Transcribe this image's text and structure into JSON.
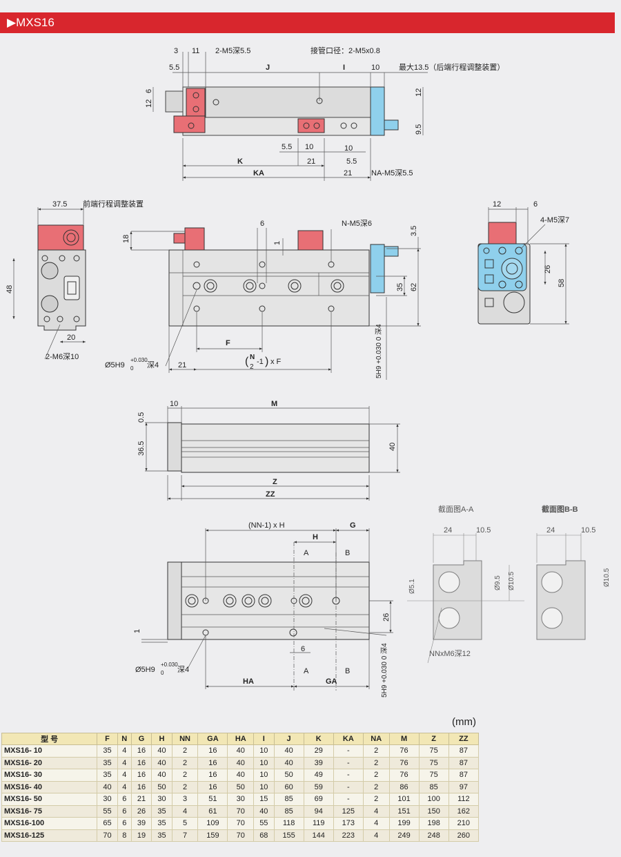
{
  "header": {
    "title": "▶MXS16"
  },
  "top_view": {
    "labels": {
      "d3": "3",
      "d11": "11",
      "tap_top": "2-M5深5.5",
      "port": "接管口径：2-M5x0.8",
      "d5_5a": "5.5",
      "J": "J",
      "I": "I",
      "d10a": "10",
      "max_adj": "最大13.5（后端行程调整装置）",
      "d12_6a": "12",
      "d12_6b": "6",
      "d12r": "12",
      "d9_5": "9.5",
      "d5_5b": "5.5",
      "d10b": "10",
      "d10c": "10",
      "K": "K",
      "d21a": "21",
      "d5_5c": "5.5",
      "KA": "KA",
      "d21b": "21",
      "na_tap": "NA-M5深5.5"
    }
  },
  "front_view": {
    "labels": {
      "d37_5": "37.5",
      "front_adj": "前端行程调整装置",
      "d18": "18",
      "d48": "48",
      "d20": "20",
      "m6": "2-M6深10",
      "d6": "6",
      "n_tap": "N-M5深6",
      "d1": "1",
      "d3_5": "3.5",
      "d35": "35",
      "d62": "62",
      "F": "F",
      "hole": "Ø5H9",
      "hole_tol": "+0.030",
      "hole_tol0": "0",
      "hole_depth": "深4",
      "d21": "21",
      "nf_a": "N",
      "nf_b": "2",
      "nf_c": "-1",
      "nf_d": "x F",
      "side_hole": "5H9 +0.030 0 深4"
    }
  },
  "end_view": {
    "labels": {
      "d12": "12",
      "d6": "6",
      "m5": "4-M5深7",
      "d26": "26",
      "d58": "58"
    }
  },
  "side_view": {
    "labels": {
      "d10": "10",
      "M": "M",
      "d0_5": "0.5",
      "d36_5": "36.5",
      "d40": "40",
      "Z": "Z",
      "ZZ": "ZZ"
    }
  },
  "bottom_view": {
    "labels": {
      "nnh": "(NN-1) x H",
      "G": "G",
      "H": "H",
      "A1": "A",
      "B1": "B",
      "d26": "26",
      "d1": "1",
      "hole": "Ø5H9",
      "hole_tol": "+0.030",
      "hole_tol0": "0",
      "hole_depth": "深4",
      "d6": "6",
      "A2": "A",
      "B2": "B",
      "HA": "HA",
      "GA": "GA",
      "side_hole": "5H9 +0.030 0 深4"
    }
  },
  "section_views": {
    "aa_title": "截面图A-A",
    "bb_title": "截面图B-B",
    "aa": {
      "d24": "24",
      "d10_5": "10.5",
      "d5_1": "Ø5.1",
      "d9_5": "Ø9.5",
      "d10_5v": "Ø10.5",
      "tap": "NNxM6深12"
    },
    "bb": {
      "d24": "24",
      "d10_5": "10.5",
      "d10_5v": "Ø10.5"
    }
  },
  "table": {
    "unit": "(mm)",
    "headers": [
      "型 号",
      "F",
      "N",
      "G",
      "H",
      "NN",
      "GA",
      "HA",
      "I",
      "J",
      "K",
      "KA",
      "NA",
      "M",
      "Z",
      "ZZ"
    ],
    "rows": [
      [
        "MXS16- 10",
        "35",
        "4",
        "16",
        "40",
        "2",
        "16",
        "40",
        "10",
        "40",
        "29",
        "-",
        "2",
        "76",
        "75",
        "87"
      ],
      [
        "MXS16- 20",
        "35",
        "4",
        "16",
        "40",
        "2",
        "16",
        "40",
        "10",
        "40",
        "39",
        "-",
        "2",
        "76",
        "75",
        "87"
      ],
      [
        "MXS16- 30",
        "35",
        "4",
        "16",
        "40",
        "2",
        "16",
        "40",
        "10",
        "50",
        "49",
        "-",
        "2",
        "76",
        "75",
        "87"
      ],
      [
        "MXS16- 40",
        "40",
        "4",
        "16",
        "50",
        "2",
        "16",
        "50",
        "10",
        "60",
        "59",
        "-",
        "2",
        "86",
        "85",
        "97"
      ],
      [
        "MXS16- 50",
        "30",
        "6",
        "21",
        "30",
        "3",
        "51",
        "30",
        "15",
        "85",
        "69",
        "-",
        "2",
        "101",
        "100",
        "112"
      ],
      [
        "MXS16- 75",
        "55",
        "6",
        "26",
        "35",
        "4",
        "61",
        "70",
        "40",
        "85",
        "94",
        "125",
        "4",
        "151",
        "150",
        "162"
      ],
      [
        "MXS16-100",
        "65",
        "6",
        "39",
        "35",
        "5",
        "109",
        "70",
        "55",
        "118",
        "119",
        "173",
        "4",
        "199",
        "198",
        "210"
      ],
      [
        "MXS16-125",
        "70",
        "8",
        "19",
        "35",
        "7",
        "159",
        "70",
        "68",
        "155",
        "144",
        "223",
        "4",
        "249",
        "248",
        "260"
      ]
    ]
  }
}
